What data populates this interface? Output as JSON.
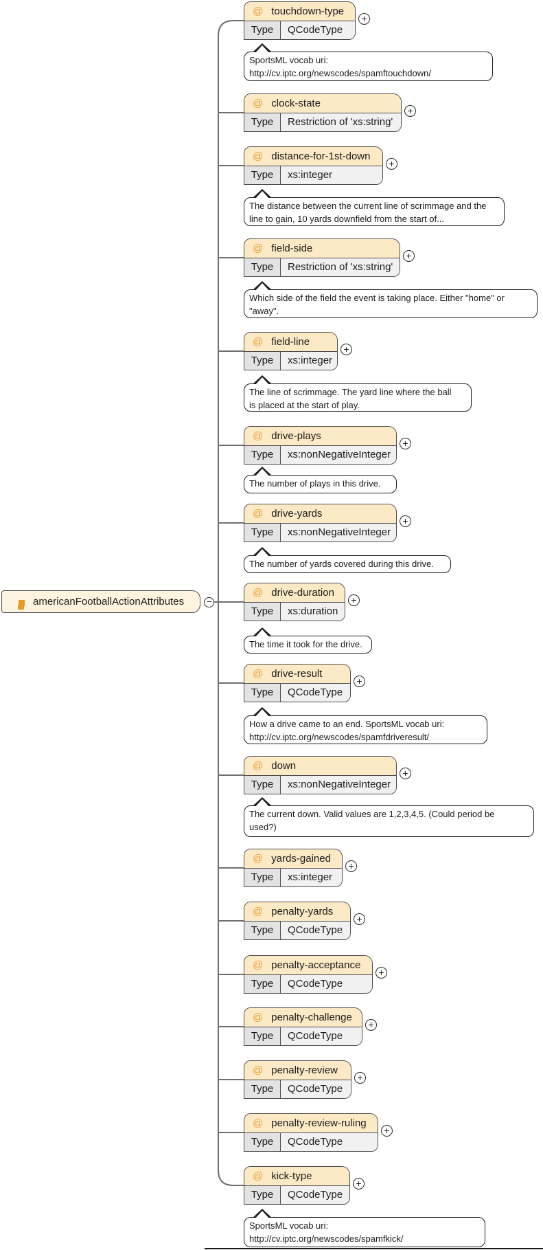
{
  "root": {
    "label": "americanFootballActionAttributes"
  },
  "ui": {
    "type_label": "Type",
    "at_symbol": "@",
    "collapse_symbol": "−",
    "expand_symbol": "+"
  },
  "attributes": [
    {
      "name": "touchdown-type",
      "type": "QCodeType",
      "note_lines": [
        "SportsML vocab uri:",
        "http://cv.iptc.org/newscodes/spamftouchdown/"
      ]
    },
    {
      "name": "clock-state",
      "type": "Restriction of 'xs:string'"
    },
    {
      "name": "distance-for-1st-down",
      "type": "xs:integer",
      "note_lines": [
        "The distance between the current line of scrimmage and the",
        "line to gain, 10 yards downfield from the start of..."
      ]
    },
    {
      "name": "field-side",
      "type": "Restriction of 'xs:string'",
      "note_lines": [
        "Which side of the field the event is taking place. Either \"home\" or",
        "\"away\"."
      ]
    },
    {
      "name": "field-line",
      "type": "xs:integer",
      "note_lines": [
        "The line of scrimmage. The yard line where the ball",
        "is placed at the start of play."
      ]
    },
    {
      "name": "drive-plays",
      "type": "xs:nonNegativeInteger",
      "note_lines": [
        "The number of plays in this drive."
      ]
    },
    {
      "name": "drive-yards",
      "type": "xs:nonNegativeInteger",
      "note_lines": [
        "The number of yards covered during this drive."
      ]
    },
    {
      "name": "drive-duration",
      "type": "xs:duration",
      "note_lines": [
        "The time it took for the drive."
      ]
    },
    {
      "name": "drive-result",
      "type": "QCodeType",
      "note_lines": [
        "How a drive came to an end. SportsML vocab uri:",
        "http://cv.iptc.org/newscodes/spamfdriveresult/"
      ]
    },
    {
      "name": "down",
      "type": "xs:nonNegativeInteger",
      "note_lines": [
        "The current down. Valid values are 1,2,3,4,5. (Could period be",
        "used?)"
      ]
    },
    {
      "name": "yards-gained",
      "type": "xs:integer"
    },
    {
      "name": "penalty-yards",
      "type": "QCodeType"
    },
    {
      "name": "penalty-acceptance",
      "type": "QCodeType"
    },
    {
      "name": "penalty-challenge",
      "type": "QCodeType"
    },
    {
      "name": "penalty-review",
      "type": "QCodeType"
    },
    {
      "name": "penalty-review-ruling",
      "type": "QCodeType"
    },
    {
      "name": "kick-type",
      "type": "QCodeType",
      "note_lines": [
        "SportsML vocab uri:",
        "http://cv.iptc.org/newscodes/spamfkick/"
      ]
    }
  ],
  "colors": {
    "header_fill": "#fce9c6",
    "root_fill": "#fef5e1",
    "accent_orange": "#e59a28",
    "at_orange": "#e9a13b",
    "type_label_fill": "#e3e3e3",
    "type_value_fill": "#f1f1f1",
    "connector_gray": "#6f6f6f"
  }
}
